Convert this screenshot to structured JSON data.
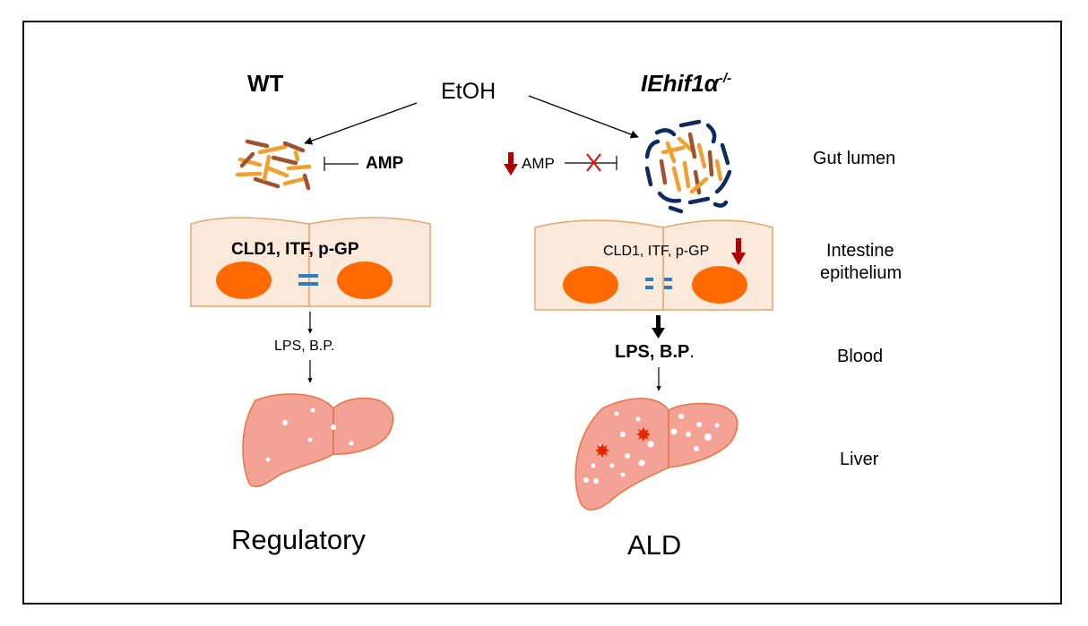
{
  "title": {
    "wt": "WT",
    "ko_base": "IEhif1α",
    "ko_sup": "-/-",
    "etoh": "EtOH"
  },
  "wt": {
    "amp": "AMP",
    "junction_proteins": "CLD1, ITF, p-GP",
    "blood": "LPS, B.P.",
    "outcome": "Regulatory"
  },
  "ko": {
    "amp": "AMP",
    "junction_proteins": "CLD1, ITF, p-GP",
    "blood": "LPS, B.P",
    "blood_dot": ".",
    "outcome": "ALD"
  },
  "layers": {
    "gut_lumen": "Gut lumen",
    "intestine_line1": "Intestine",
    "intestine_line2": "epithelium",
    "blood": "Blood",
    "liver": "Liver"
  },
  "colors": {
    "cell_fill": "#fbe9dc",
    "cell_stroke": "#e9a46a",
    "nucleus": "#ff6a00",
    "junction": "#2a7fc4",
    "liver_fill": "#f4a196",
    "liver_stroke": "#e8733f",
    "down_arrow": "#b00000",
    "block_x": "#e01010",
    "bacteria_orange": "#f0a030",
    "bacteria_brown": "#a0522d",
    "bacteria_navy": "#0f2a5c",
    "damage": "#e62600"
  }
}
